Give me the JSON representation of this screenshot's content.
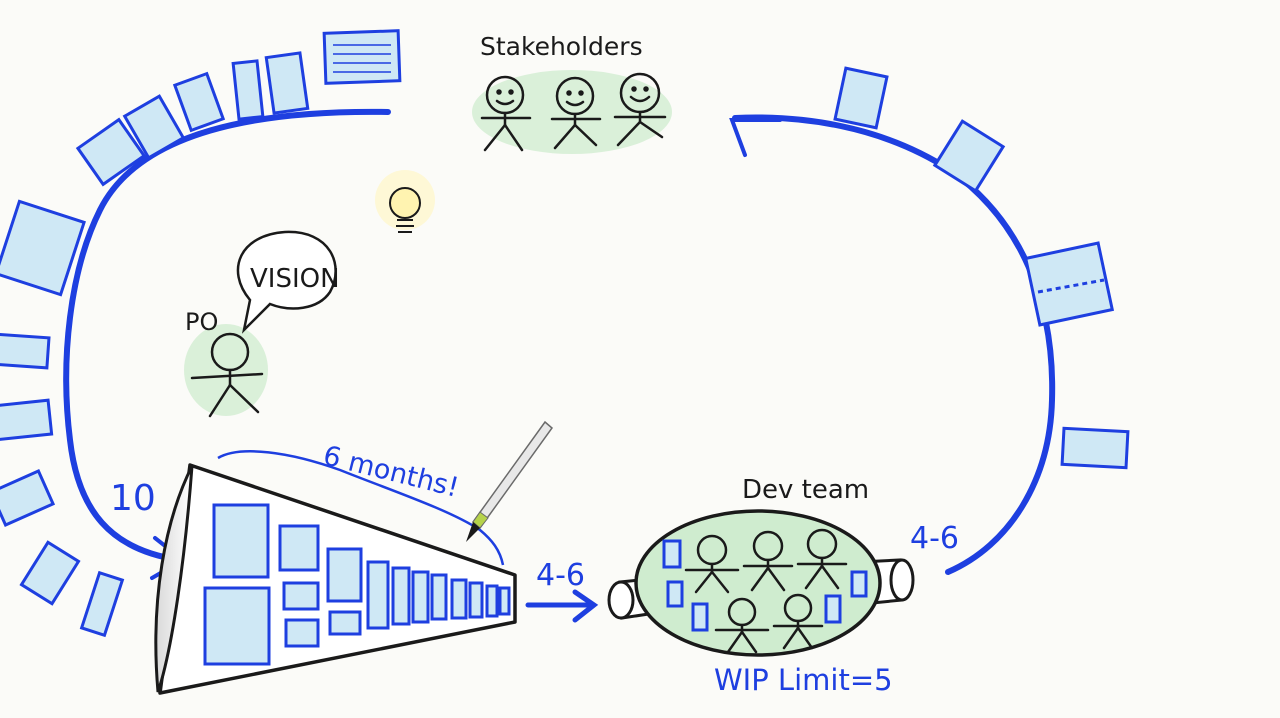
{
  "labels": {
    "stakeholders": "Stakeholders",
    "vision": "VISION",
    "po": "PO",
    "six_months": "6 months!",
    "ten": "10",
    "flow_in": "4-6",
    "flow_out": "4-6",
    "dev_team": "Dev team",
    "wip_limit": "WIP Limit=5"
  },
  "colors": {
    "blue": "#1e3fe0",
    "card_fill": "#cfe8f5",
    "group_green": "#cfeccf",
    "ink": "#1a1a1a",
    "bulb": "#fff3b0"
  }
}
